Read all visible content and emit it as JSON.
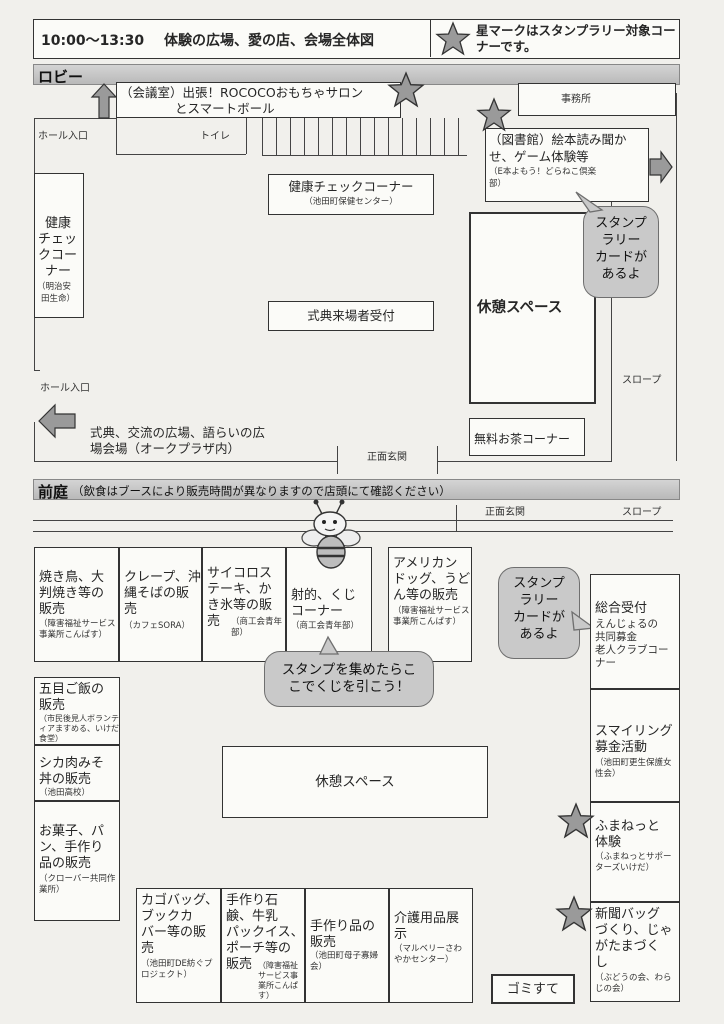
{
  "header": {
    "time_text": "10:00〜13:30",
    "areas_text": "体験の広場、愛の店、会場全体図",
    "star_note": "星マークはスタンプラリー対象コーナーです。"
  },
  "lobby": {
    "title": "ロビー",
    "hall_entrance_top": "ホール入口",
    "hall_entrance_bottom": "ホール入口",
    "toilet": "トイレ",
    "office": "事務所",
    "slope": "スロープ",
    "main_entrance": "正面玄関",
    "rococo_line1": "（会議室）出張！ROCOCOおもちゃサロン",
    "rococo_line2": "とスマートボール",
    "library_line1": "（図書館）絵本読み聞か",
    "library_line2": "せ、ゲーム体験等",
    "library_sub1": "（E本よもう！どらねこ倶楽",
    "library_sub2": "部）",
    "health_center": "健康チェックコーナー",
    "health_center_sub": "（池田町保健センター）",
    "health_left_lines": [
      "健康",
      "チェッ",
      "クコー",
      "ナー"
    ],
    "health_left_sub": [
      "（明治安",
      "田生命）"
    ],
    "ceremony_reception": "式典来場者受付",
    "rest_space": "休憩スペース",
    "free_tea": "無料お茶コーナー",
    "ceremony_plaza_line1": "式典、交流の広場、語らいの広",
    "ceremony_plaza_line2": "場会場（オークプラザ内）",
    "stamp_bubble": [
      "スタンプ",
      "ラリー",
      "カードが",
      "あるよ"
    ]
  },
  "garden": {
    "title": "前庭",
    "note": "（飲食はブースにより販売時間が異なりますので店頭にて確認ください）",
    "main_entrance": "正面玄関",
    "slope": "スロープ",
    "rest_space": "休憩スペース",
    "trash": "ゴミすて",
    "stamp_bubble": [
      "スタンプ",
      "ラリー",
      "カードが",
      "あるよ"
    ],
    "lottery_bubble": [
      "スタンプを集めたらこ",
      "こでくじを引こう！"
    ],
    "booths": {
      "yakitori": {
        "lines": [
          "焼き鳥、大",
          "判焼き等の",
          "販売"
        ],
        "sub": "（障害福祉サービス事業所こんぱす）"
      },
      "crepe": {
        "lines": [
          "クレープ、沖",
          "縄そばの販",
          "売"
        ],
        "sub": "（カフェSORA）"
      },
      "steak": {
        "lines": [
          "サイコロス",
          "テーキ、か",
          "き氷等の販",
          "売"
        ],
        "sub": "（商工会青年部）"
      },
      "shooting": {
        "lines": [
          "射的、くじ",
          "コーナー"
        ],
        "sub": "（商工会青年部）"
      },
      "americandog": {
        "lines": [
          "アメリカン",
          "ドッグ、うど",
          "ん等の販売"
        ],
        "sub": "（障害福祉サービス事業所こんぱす）"
      },
      "gomoku": {
        "lines": [
          "五目ご飯の",
          "販売"
        ],
        "sub": "（市民後見人ボランティアますめる、いけだ食堂）"
      },
      "shikaniku": {
        "lines": [
          "シカ肉みそ",
          "丼の販売"
        ],
        "sub": "（池田高校）"
      },
      "okashi": {
        "lines": [
          "お菓子、パ",
          "ン、手作り",
          "品の販売"
        ],
        "sub": "（クローバー共同作業所）"
      },
      "bag": {
        "lines": [
          "カゴバッグ、",
          "ブックカ",
          "バー等の販",
          "売"
        ],
        "sub": "（池田町DE紡ぐプロジェクト）"
      },
      "soap": {
        "lines": [
          "手作り石",
          "鹸、牛乳",
          "パックイス、",
          "ポーチ等の",
          "販売"
        ],
        "sub": "（障害福祉サービス事業所こんぱす）"
      },
      "handmade": {
        "lines": [
          "手作り品の",
          "販売"
        ],
        "sub": "（池田町母子寡婦会）"
      },
      "care": {
        "lines": [
          "介護用品展",
          "示"
        ],
        "sub": "（マルベリーさわやかセンター）"
      },
      "reception": {
        "lines": [
          "総合受付",
          "えんじょるの",
          "共同募金",
          "老人クラブコー",
          "ナー"
        ]
      },
      "smile": {
        "lines": [
          "スマイリング",
          "募金活動"
        ],
        "sub": "（池田町更生保護女性会）"
      },
      "fumanet": {
        "lines": [
          "ふまねっと",
          "体験"
        ],
        "sub": "（ふまねっとサポーターズいけだ）"
      },
      "newspaper": {
        "lines": [
          "新聞バッグ",
          "づくり、じゃ",
          "がたまづく",
          "し"
        ],
        "sub": "（ぶどうの会、わらじの会）"
      }
    }
  }
}
